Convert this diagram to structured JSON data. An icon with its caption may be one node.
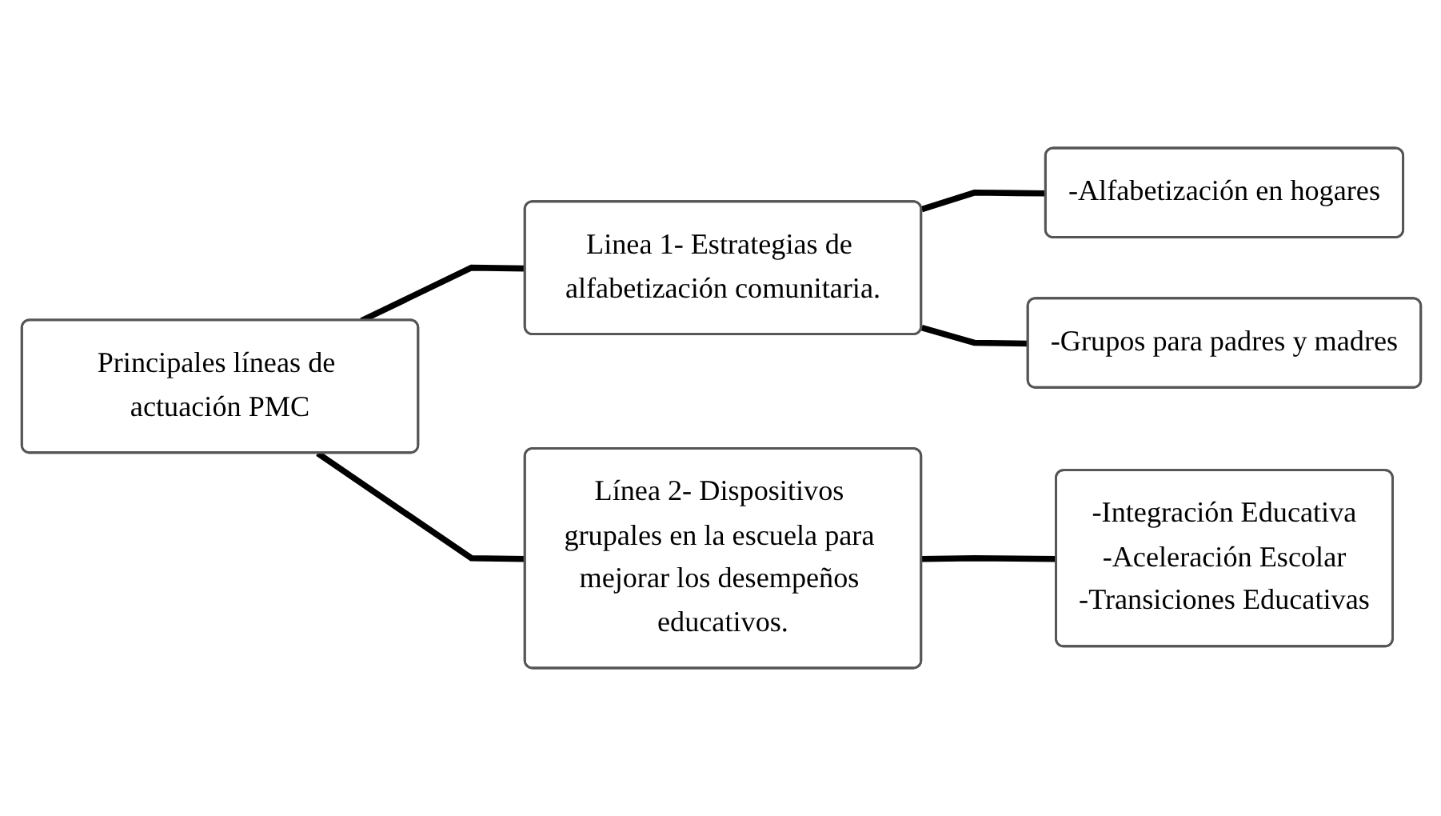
{
  "diagram": {
    "nodes": [
      {
        "text": [
          "Principales líneas de actuación PMC"
        ]
      },
      {
        "text": [
          "Linea 1- Estrategias de alfabetización comunitaria."
        ]
      },
      {
        "text": [
          "-Alfabetización en hogares"
        ]
      },
      {
        "text": [
          "-Grupos para padres y madres"
        ]
      },
      {
        "text": [
          "Línea 2- Dispositivos grupales en la escuela para mejorar los desempeños educativos."
        ]
      },
      {
        "text": [
          "-Integración Educativa",
          "-Aceleración Escolar",
          "-Transiciones Educativas"
        ]
      }
    ],
    "edges": [
      {
        "from": 0,
        "to": 1,
        "arrow": "none"
      },
      {
        "from": 0,
        "to": 4,
        "arrow": "none"
      },
      {
        "from": 1,
        "to": 2,
        "arrow": "none"
      },
      {
        "from": 1,
        "to": 3,
        "arrow": "none"
      },
      {
        "from": 4,
        "to": 5,
        "arrow": "none"
      }
    ]
  }
}
